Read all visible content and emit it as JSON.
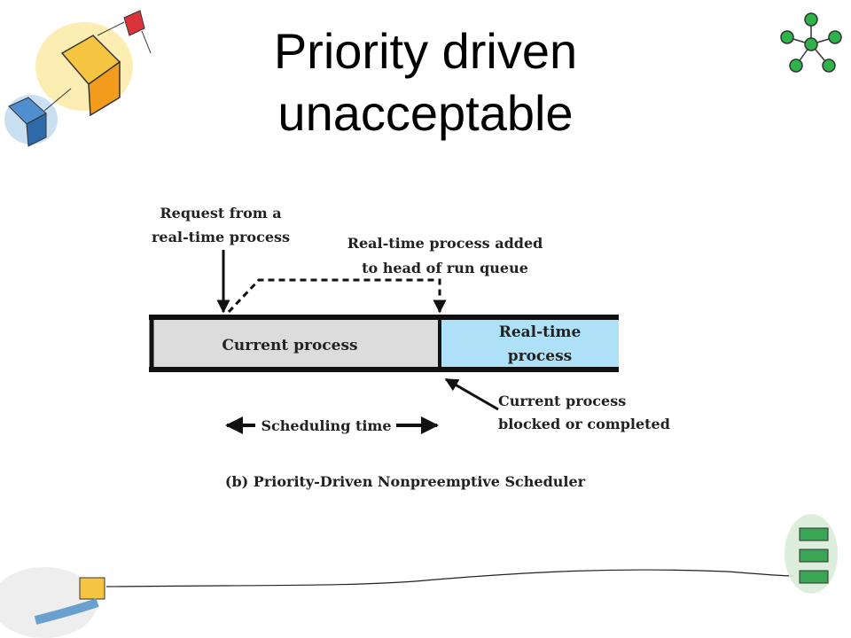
{
  "slide": {
    "title_line1": "Priority driven",
    "title_line2": "unacceptable"
  },
  "diagram": {
    "request_label_1": "Request from a",
    "request_label_2": "real-time process",
    "added_label_1": "Real-time process added",
    "added_label_2": "to head of run queue",
    "current_process": "Current process",
    "realtime_process_1": "Real-time",
    "realtime_process_2": "process",
    "blocked_label_1": "Current process",
    "blocked_label_2": "blocked or completed",
    "scheduling_time": "Scheduling time",
    "caption": "(b) Priority-Driven Nonpreemptive Scheduler",
    "colors": {
      "current": "#dcdcdc",
      "realtime": "#aee0f8"
    }
  }
}
